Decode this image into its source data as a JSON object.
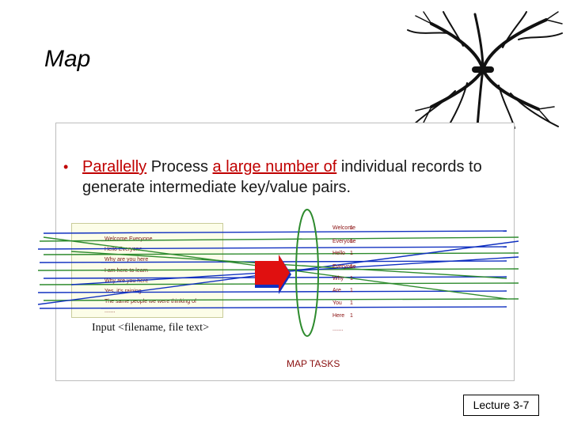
{
  "title": "Map",
  "bullet": {
    "word1": "Parallelly",
    "word2": " Process ",
    "phrase": "a large number of",
    "rest": "  individual records to generate intermediate key/value pairs."
  },
  "input_records": [
    "Welcome Everyone",
    "Hello Everyone",
    "Why are you here",
    "I am here to learn",
    "Why are you here",
    "Yes, it's raining",
    "The same people we were thinking of",
    "......."
  ],
  "input_caption": "Input <filename, file text>",
  "kv_pairs": [
    {
      "key": "Welcome",
      "value": "1"
    },
    {
      "key": "Everyone",
      "value": "1"
    },
    {
      "key": "Hello",
      "value": "1"
    },
    {
      "key": "Everyone",
      "value": "1"
    },
    {
      "key": "Why",
      "value": "1"
    },
    {
      "key": "Are",
      "value": "1"
    },
    {
      "key": "You",
      "value": "1"
    },
    {
      "key": "Here",
      "value": "1"
    }
  ],
  "kv_more": ".......",
  "map_tasks": "MAP TASKS",
  "lecture": "Lecture 3-7",
  "colors": {
    "accent": "#c00000",
    "arrow_red": "#e01010",
    "arrow_blue": "#1030c0",
    "ellipse": "#2e8b2e"
  }
}
